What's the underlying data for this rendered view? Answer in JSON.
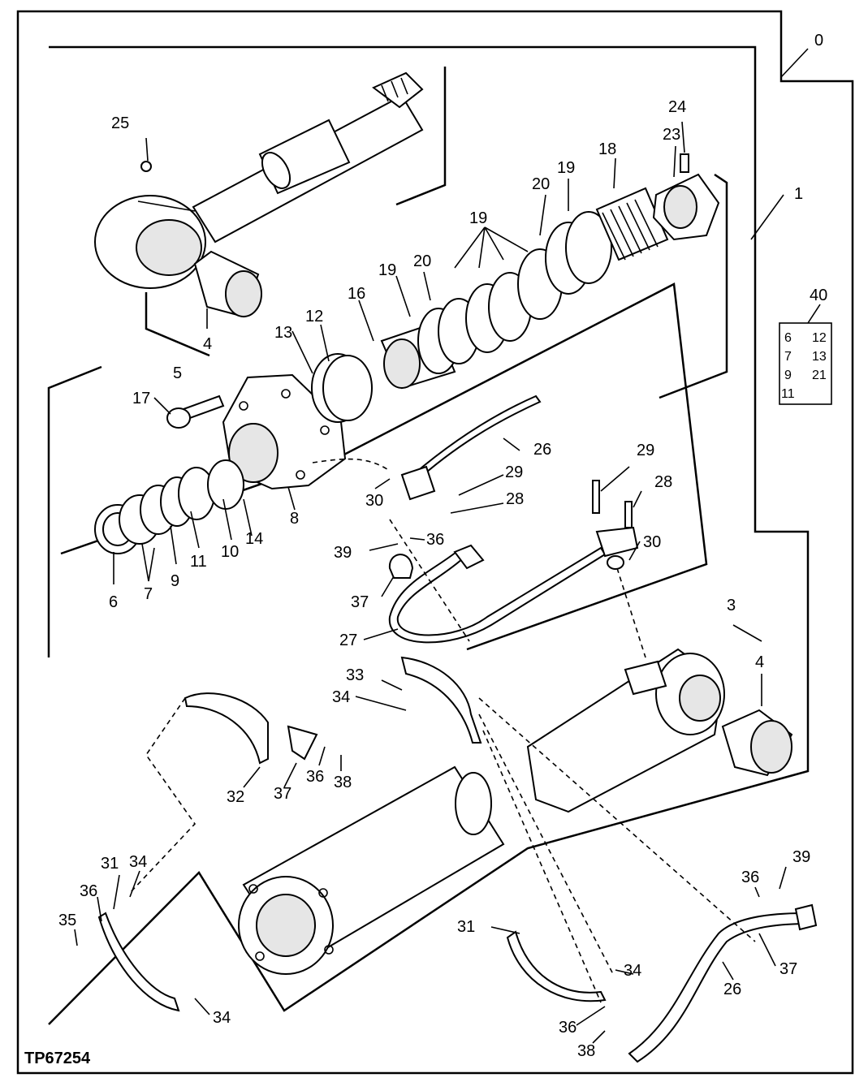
{
  "figure_id": "TP67254",
  "callouts": {
    "c0": "0",
    "c1": "1",
    "c3": "3",
    "c4a": "4",
    "c4b": "4",
    "c5": "5",
    "c6": "6",
    "c7": "7",
    "c8": "8",
    "c9": "9",
    "c10": "10",
    "c11": "11",
    "c12": "12",
    "c13": "13",
    "c14": "14",
    "c16": "16",
    "c17": "17",
    "c18": "18",
    "c19a": "19",
    "c19b": "19",
    "c19c": "19",
    "c20a": "20",
    "c20b": "20",
    "c23": "23",
    "c24": "24",
    "c25": "25",
    "c26a": "26",
    "c26b": "26",
    "c27": "27",
    "c28a": "28",
    "c28b": "28",
    "c29a": "29",
    "c29b": "29",
    "c30a": "30",
    "c30b": "30",
    "c31a": "31",
    "c31b": "31",
    "c32": "32",
    "c33": "33",
    "c34a": "34",
    "c34b": "34",
    "c34c": "34",
    "c34d": "34",
    "c34e": "34",
    "c35": "35",
    "c36a": "36",
    "c36b": "36",
    "c36c": "36",
    "c36d": "36",
    "c36e": "36",
    "c37a": "37",
    "c37b": "37",
    "c37c": "37",
    "c38a": "38",
    "c38b": "38",
    "c39a": "39",
    "c39b": "39",
    "c40": "40"
  },
  "seal_kit": {
    "r1a": "6",
    "r1b": "12",
    "r2a": "7",
    "r2b": "13",
    "r3a": "9",
    "r3b": "21",
    "r4a": "11",
    "r4b": ""
  }
}
